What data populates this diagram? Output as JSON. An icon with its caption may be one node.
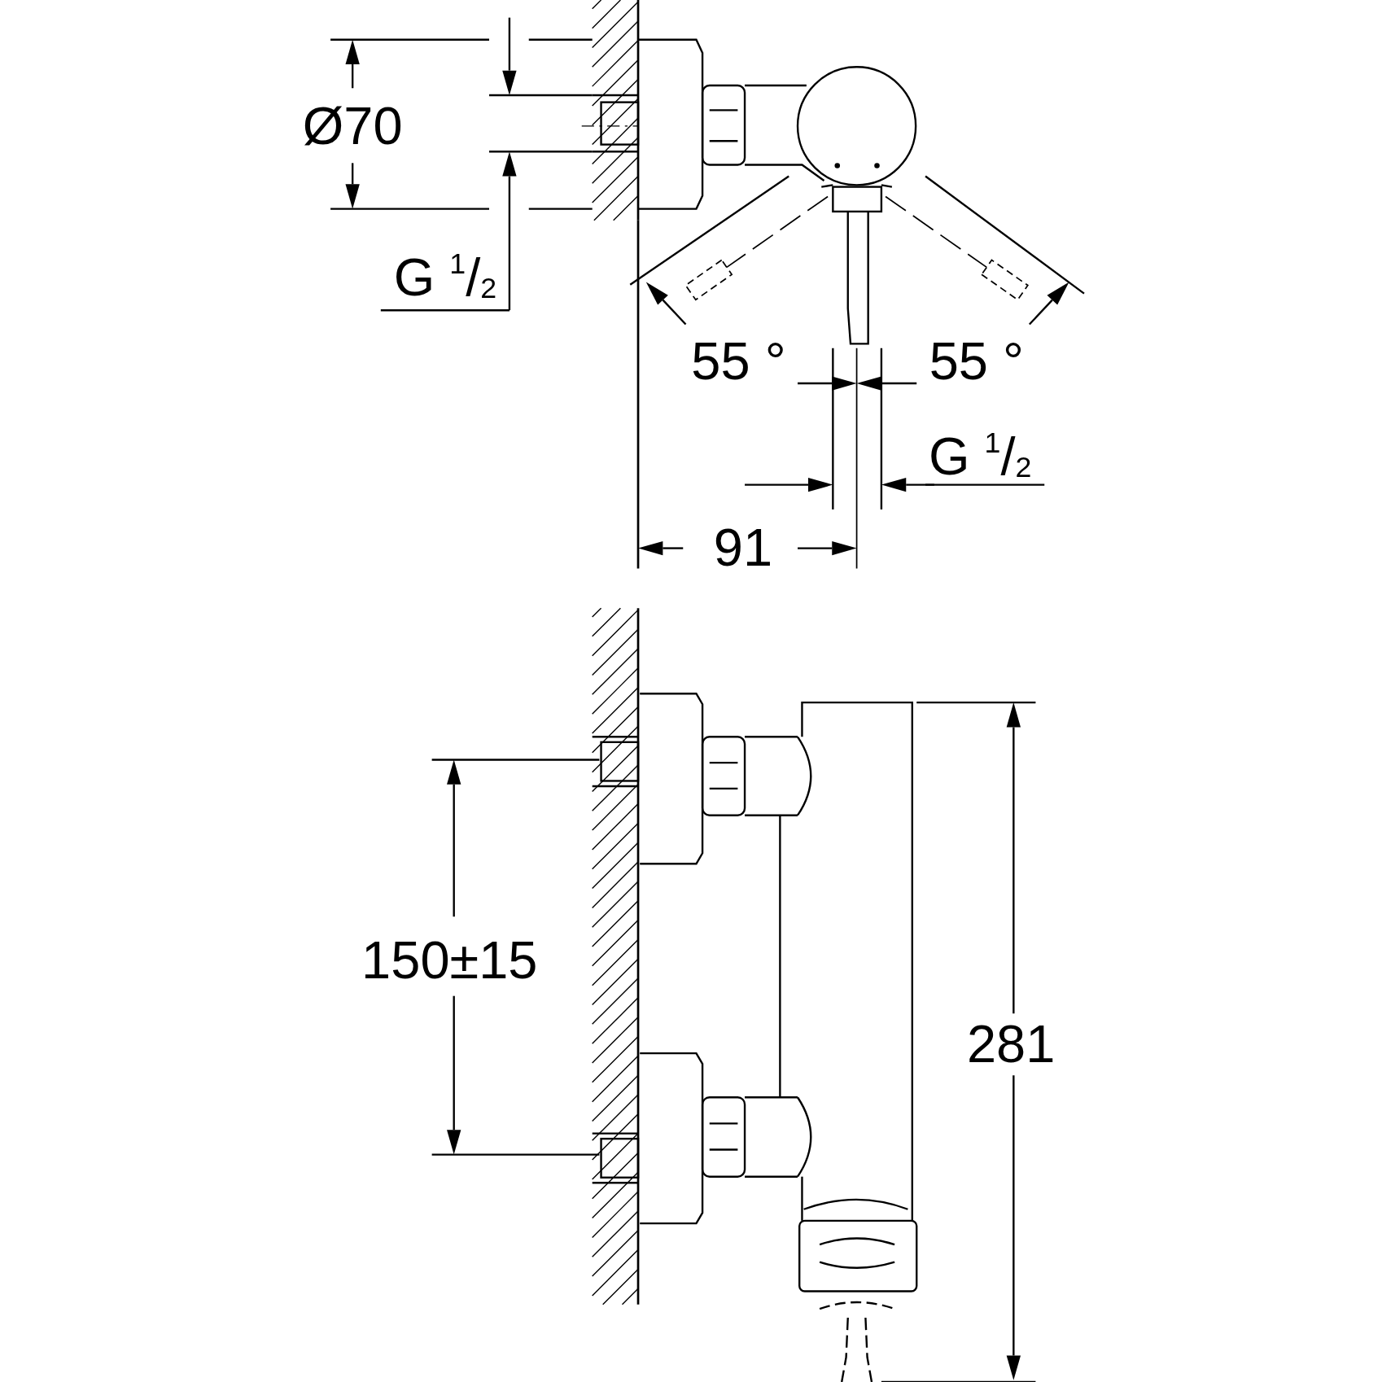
{
  "diagram": {
    "labels": [
      "Ø70",
      "G $^{1}$/$_{2}$",
      "55 °",
      "55 °",
      "G $^{1}$/$_{2}$",
      "91",
      "150±15",
      "281"
    ]
  }
}
